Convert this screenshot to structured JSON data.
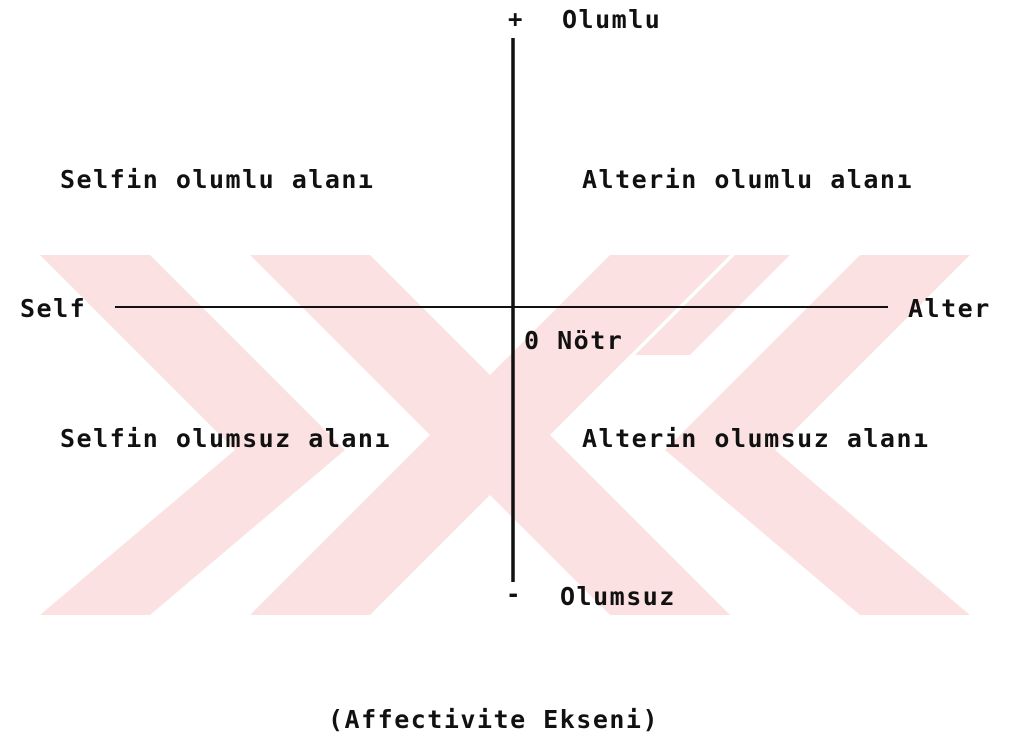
{
  "watermark": {
    "name": "yok-logo-watermark",
    "color": "#fbe1e1"
  },
  "axis": {
    "positive_sign": "+",
    "positive_label": "Olumlu",
    "negative_sign": "-",
    "negative_label": "Olumsuz",
    "left_label": "Self",
    "right_label": "Alter",
    "origin_label": "0 Nötr"
  },
  "quadrants": {
    "top_left": "Selfin olumlu alanı",
    "top_right": "Alterin olumlu alanı",
    "bottom_left": "Selfin olumsuz alanı",
    "bottom_right": "Alterin olumsuz alanı"
  },
  "caption": "(Affectivite Ekseni)",
  "colors": {
    "text": "#111111",
    "axis_line": "#111111"
  }
}
